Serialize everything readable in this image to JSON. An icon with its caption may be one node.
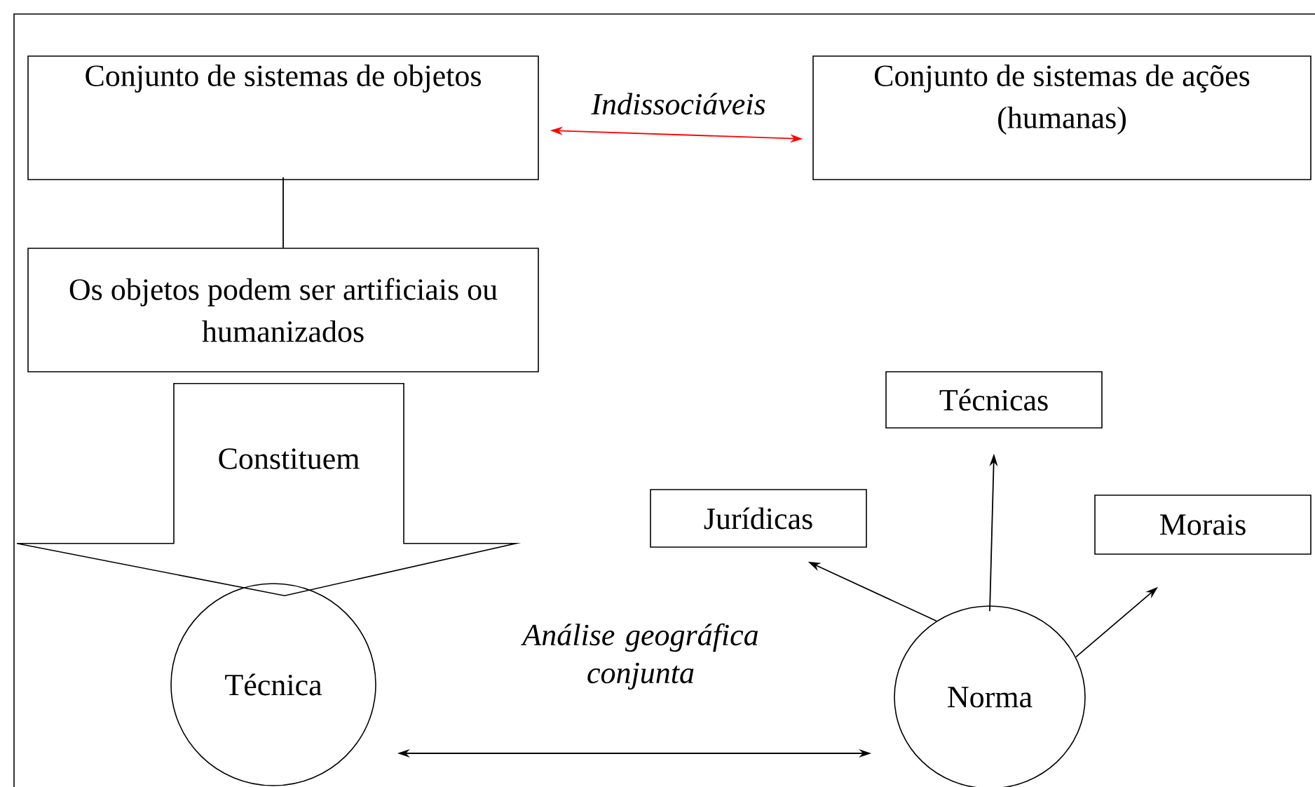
{
  "diagram": {
    "nodes": [
      {
        "text": [
          "Conjunto de sistemas de objetos"
        ]
      },
      {
        "text": [
          "Conjunto de sistemas de ações (humanas)"
        ]
      },
      {
        "text": [
          "Os objetos podem ser artificiais ou humanizados"
        ]
      },
      {
        "text": [
          "Técnica"
        ]
      },
      {
        "text": [
          "Técnicas"
        ]
      },
      {
        "text": [
          "Jurídicas"
        ]
      },
      {
        "text": [
          "Morais"
        ]
      },
      {
        "text": [
          "Norma"
        ]
      }
    ],
    "edges": [
      {
        "from": 0,
        "to": 1,
        "arrow": "both",
        "label": "Indissociáveis",
        "color": "#ff0000"
      },
      {
        "from": 0,
        "to": 2,
        "arrow": "none"
      },
      {
        "from": 2,
        "to": 3,
        "arrow": "to",
        "label": "Constituem"
      },
      {
        "from": 3,
        "to": 7,
        "arrow": "both",
        "label": "Análise geográfica conjunta"
      },
      {
        "from": 7,
        "to": 5,
        "arrow": "to"
      },
      {
        "from": 7,
        "to": 4,
        "arrow": "to"
      },
      {
        "from": 7,
        "to": 6,
        "arrow": "to"
      }
    ]
  }
}
